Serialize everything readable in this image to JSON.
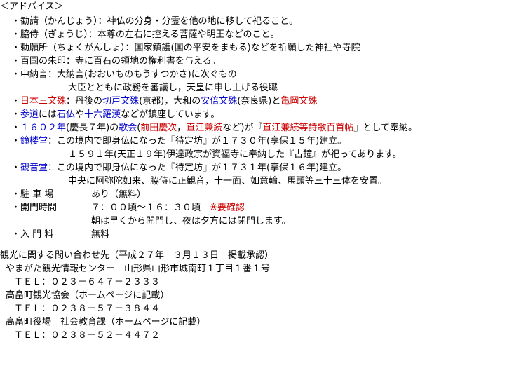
{
  "header": "＜アドバイス＞",
  "advice": [
    {
      "k": "・勧請（かんじょう）：神仏の分身・分霊を他の地に移して祀ること。"
    },
    {
      "k": "・脇侍（ぎょうじ）：本尊の左右に控える菩薩や明王などのこと。"
    },
    {
      "k": "・勅願所（ちょくがんしょ）：国家鎮護(国の平安をまもる)などを祈願した神社や寺院"
    },
    {
      "k": "・百国の朱印：寺に百石の領地の権利書を与える。"
    },
    {
      "k": "・中納言：大納言(おおいものもうすつかさ)に次ぐもの"
    },
    {
      "k": "大臣とともに政務を審議し，天皇に申し上げる役職"
    }
  ],
  "monju": {
    "lead": "・",
    "title": "日本三文殊",
    "sep": "：丹後の",
    "a": "切戸文殊",
    "a_loc": "(京都)，大和の",
    "b": "安倍文殊",
    "b_loc": "(奈良県)と",
    "c": "亀岡文殊"
  },
  "sando": {
    "lead": "・",
    "term": "参道",
    "mid1": "には",
    "a": "石仏",
    "mid2": "や",
    "b": "十六羅漢",
    "tail": "などが鎮座しています。"
  },
  "kakai": {
    "lead": "・",
    "year": "１６０２年",
    "era": "(慶長７年)の",
    "event": "歌会",
    "open": "(",
    "p1": "前田慶次",
    "comma": "，",
    "p2": "直江兼続",
    "rest": "など)が『",
    "work": "直江兼続等詩歌百首帖",
    "end": "』として奉納。"
  },
  "shoro": {
    "lead": "・",
    "term": "鐘楼堂",
    "text": "：この境内で即身仏になった『待定坊』が１７３０年(享保１５年)建立。",
    "text2": "１５９１年(天正１９年)伊達政宗が資福寺に奉納した『古鐘』が祀ってあります。"
  },
  "kannon": {
    "lead": "・",
    "term": "観音堂",
    "text": "：この境内で即身仏になった『待定坊』が１７３１年(享保１６年)建立。",
    "text2": "中央に阿弥陀如来、脇侍に正観音，十一面、如意輪、馬頭等三十三体を安置。"
  },
  "parking": {
    "label": "・駐 車 場",
    "value": "あり（無料）"
  },
  "hours": {
    "label": "・開門時間",
    "value": "７：００頃～１６：３０頃",
    "note": "※要確認",
    "value2": "朝は早くから開門し、夜は夕方には閉門します。"
  },
  "fee": {
    "label": "・入 門 料",
    "value": "無料"
  },
  "contact": {
    "title": "観光に関する問い合わせ先（平成２７年　３月１３日　掲載承認）",
    "c1_name": "やまがた観光情報センター　山形県山形市城南町１丁目１番１号",
    "c1_tel": "ＴＥＬ：０２３－６４７－２３３３",
    "c2_name": "高畠町観光協会（ホームページに記載）",
    "c2_tel": "ＴＥＬ：０２３８－５７－３８４４",
    "c3_name": "高畠町役場　社会教育課（ホームページに記載）",
    "c3_tel": "ＴＥＬ：０２３８－５２－４４７２"
  },
  "colors": {
    "red": "#cc0000",
    "blue": "#0000cc"
  }
}
